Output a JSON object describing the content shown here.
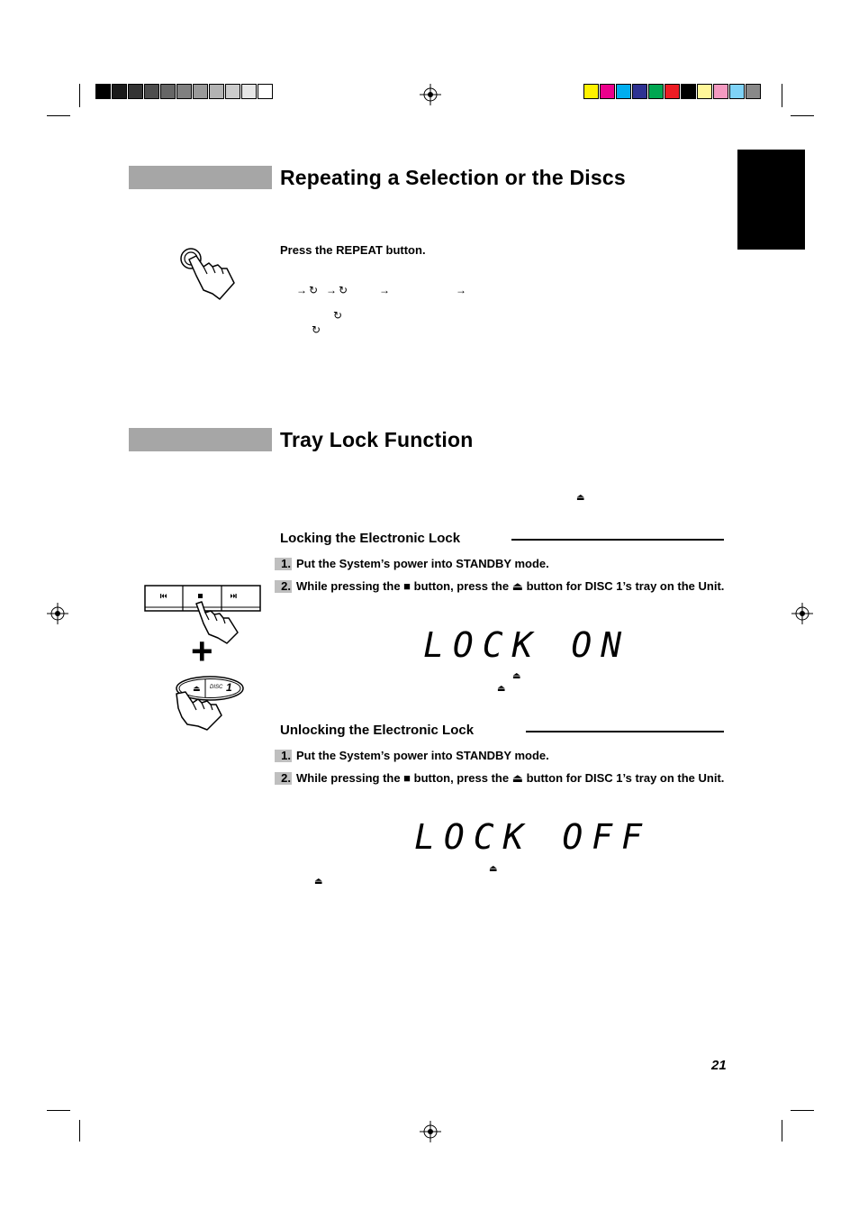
{
  "sections": {
    "repeat": {
      "title": "Repeating a Selection or the Discs",
      "instruction": "Press the REPEAT button."
    },
    "tray_lock": {
      "title": "Tray Lock Function",
      "locking": {
        "title": "Locking the Electronic Lock",
        "steps": [
          {
            "num": "1.",
            "text": "Put the System’s power into STANDBY mode."
          },
          {
            "num": "2.",
            "text": "While pressing the ■ button, press the ⏏ button for DISC 1’s tray on the Unit."
          }
        ],
        "display": "LOCK ON"
      },
      "unlocking": {
        "title": "Unlocking the Electronic Lock",
        "steps": [
          {
            "num": "1.",
            "text": "Put the System’s power into STANDBY mode."
          },
          {
            "num": "2.",
            "text": "While pressing the ■ button, press the ⏏ button for DISC 1’s tray on the Unit."
          }
        ],
        "display": "LOCK OFF"
      }
    }
  },
  "illustrations": {
    "plus_sign": "+",
    "disc_button_label": "DISC",
    "disc_button_number": "1",
    "transport_icons": [
      "previous-track-icon",
      "stop-icon",
      "next-track-icon"
    ]
  },
  "glyphs": {
    "arrow": "→",
    "eject": "⏏",
    "repeat": "↻"
  },
  "page_number": "21",
  "colors": {
    "heading_bar": "#a6a6a6",
    "step_badge": "#bfbfbf",
    "grayscale_swatches": [
      "#000000",
      "#1a1a1a",
      "#333333",
      "#4d4d4d",
      "#666666",
      "#808080",
      "#999999",
      "#b3b3b3",
      "#cccccc",
      "#e6e6e6",
      "#ffffff"
    ],
    "color_swatches": [
      "#fff200",
      "#ec008c",
      "#00aeef",
      "#2e3192",
      "#00a651",
      "#ed1c24",
      "#000000",
      "#fff799",
      "#f49ac1",
      "#7fd3f7",
      "#898989"
    ]
  }
}
